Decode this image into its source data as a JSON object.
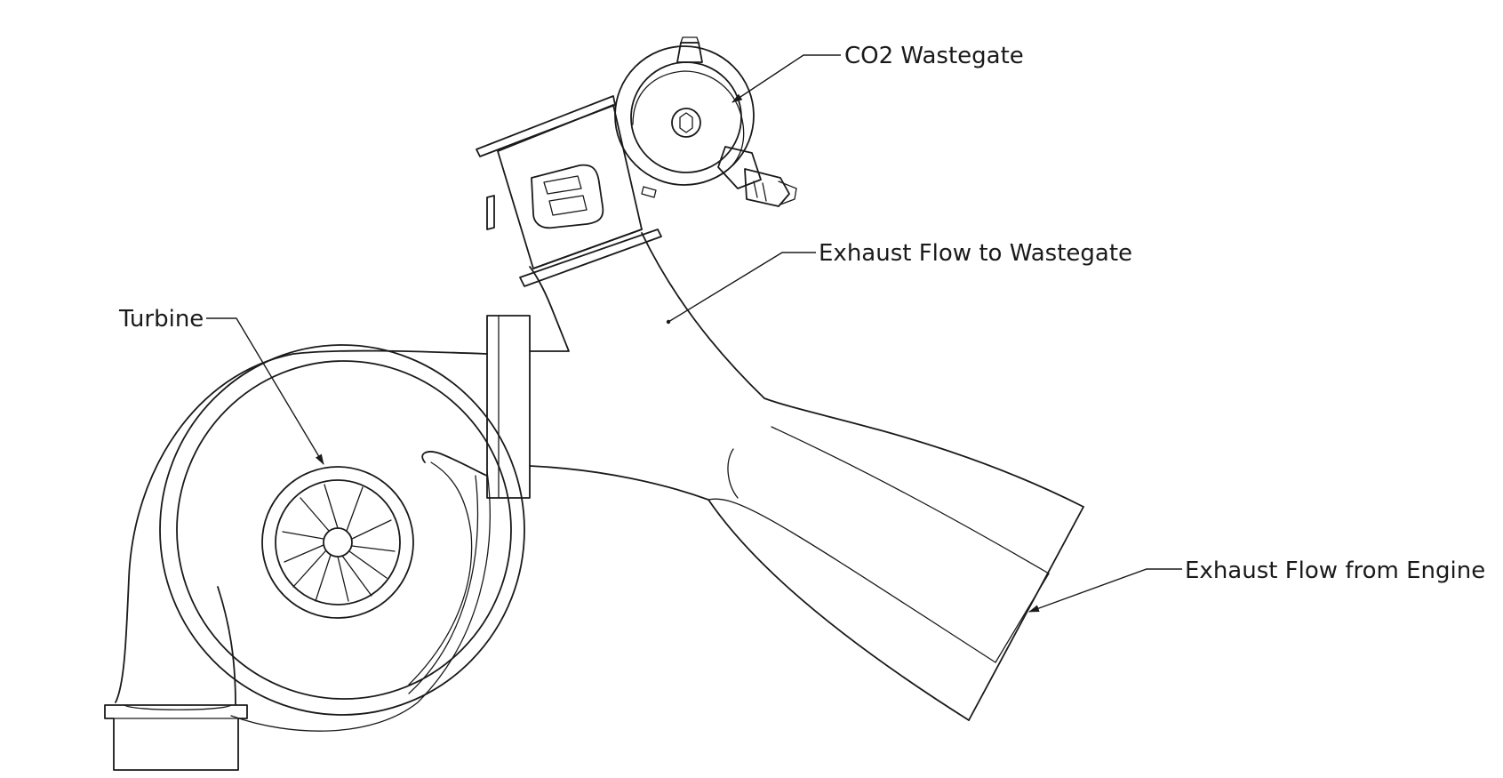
{
  "labels": {
    "co2_wastegate": "CO2 Wastegate",
    "exhaust_to_wastegate": "Exhaust Flow to Wastegate",
    "turbine": "Turbine",
    "exhaust_from_engine": "Exhaust Flow from Engine"
  },
  "colors": {
    "line": "#1a1a1a",
    "background": "#ffffff"
  }
}
